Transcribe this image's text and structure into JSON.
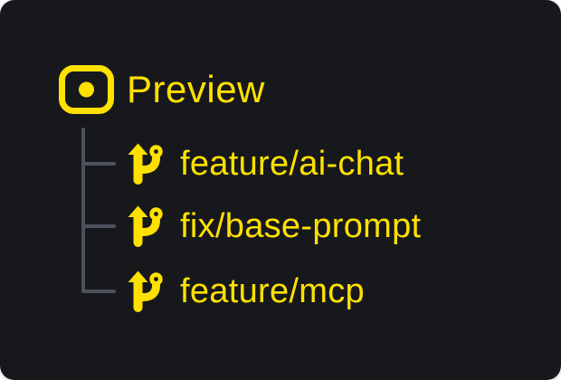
{
  "colors": {
    "background": "#ffffff",
    "card": "#17181c",
    "accent": "#ffe100",
    "tree_line": "#4d515b"
  },
  "root": {
    "icon": "preview-dot-square-icon",
    "label": "Preview"
  },
  "branches": [
    {
      "icon": "git-branch-icon",
      "label": "feature/ai-chat"
    },
    {
      "icon": "git-branch-icon",
      "label": "fix/base-prompt"
    },
    {
      "icon": "git-branch-icon",
      "label": "feature/mcp"
    }
  ]
}
